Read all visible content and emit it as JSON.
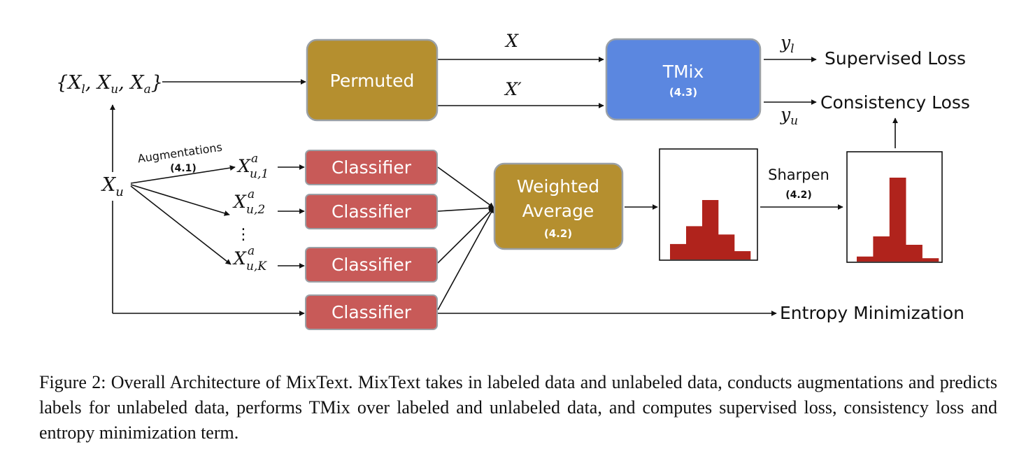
{
  "inputs": {
    "set_label": "{X_l, X_u, X_a}",
    "unlabeled": "X_u",
    "permuted_top": "X",
    "permuted_bottom": "X'"
  },
  "augmentations": {
    "label": "Augmentations",
    "ref": "(4.1)"
  },
  "augmented": [
    {
      "base": "X",
      "sup": "a",
      "sub": "u,1"
    },
    {
      "base": "X",
      "sup": "a",
      "sub": "u,2"
    },
    {
      "base": "X",
      "sup": "a",
      "sub": "u,K"
    }
  ],
  "ellipsis": "⋮",
  "boxes": {
    "permuted": {
      "label": "Permuted",
      "color": "#b58f2f"
    },
    "tmix": {
      "label": "TMix",
      "ref": "(4.3)",
      "color": "#5b87e0"
    },
    "classifier": {
      "label": "Classifier",
      "color": "#c85a58"
    },
    "weighted_average": {
      "line1": "Weighted",
      "line2": "Average",
      "ref": "(4.2)",
      "color": "#b58f2f"
    }
  },
  "sharpen": {
    "label": "Sharpen",
    "ref": "(4.2)"
  },
  "outputs": {
    "y_l": "y_l",
    "y_u": "y_u",
    "supervised": "Supervised Loss",
    "consistency": "Consistency Loss",
    "entropy": "Entropy Minimization"
  },
  "histograms": {
    "bar_color": "#b0231c",
    "before": [
      0.26,
      0.56,
      1.0,
      0.42,
      0.14
    ],
    "after": [
      0.06,
      0.3,
      1.0,
      0.2,
      0.04
    ]
  },
  "caption": "Figure 2: Overall Architecture of MixText. MixText takes in labeled data and unlabeled data, conducts augmentations and predicts labels for unlabeled data, performs TMix over labeled and unlabeled data, and computes supervised loss, consistency loss and entropy minimization term."
}
